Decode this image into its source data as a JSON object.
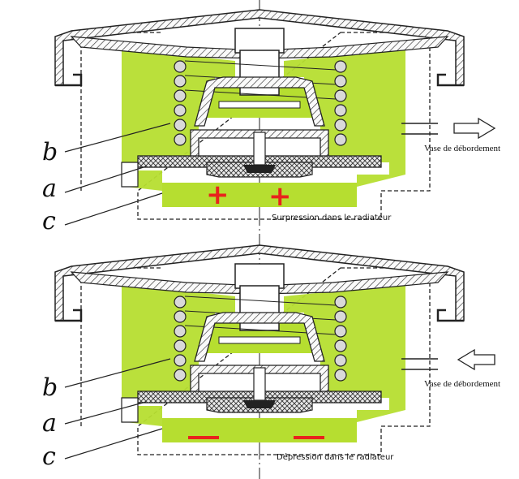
{
  "colors": {
    "coolant": "#b6de30",
    "metal_stroke": "#222222",
    "sign": "#e8231c"
  },
  "top_panel": {
    "callouts": {
      "b": "b",
      "a": "a",
      "c": "c"
    },
    "overflow_label": "Vase de débordement",
    "pressure_label": "Surpression dans le radiateur",
    "sign_1": "+",
    "sign_2": "+",
    "arrow_direction": "right"
  },
  "bottom_panel": {
    "callouts": {
      "b": "b",
      "a": "a",
      "c": "c"
    },
    "overflow_label": "Vase de débordement",
    "pressure_label": "Dépression dans le radiateur",
    "sign_1": "−",
    "sign_2": "−",
    "arrow_direction": "left"
  }
}
